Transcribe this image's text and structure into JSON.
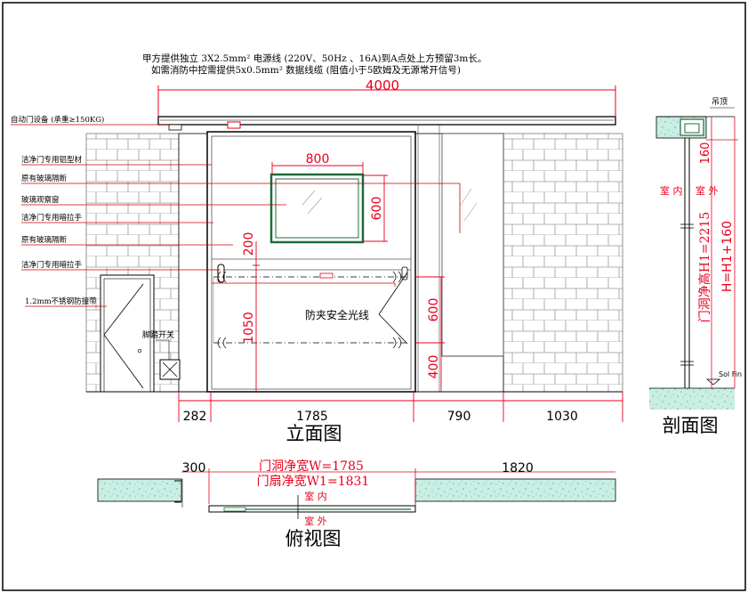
{
  "notes": {
    "line1": "甲方提供独立 3X2.5mm² 电源线 (220V、50Hz 、16A)到A点处上方预留3m长。",
    "line2": "如需消防中控需提供5x0.5mm² 数据线缆 (阻值小于5欧姆及无源常开信号)"
  },
  "labels": {
    "auto_door": "自动门设备 (承重≥150KG)",
    "alu_profile": "洁净门专用铝型材",
    "glass_partition_1": "原有玻璃隔断",
    "glass_window": "玻璃观察窗",
    "handle_1": "洁净门专用暗拉手",
    "glass_partition_2": "原有玻璃隔断",
    "handle_2": "洁净门专用暗拉手",
    "kick_plate": "1.2mm不锈钢防撞带",
    "foot_switch": "脚踏开关",
    "safety_beam": "防夹安全光线",
    "ceiling": "吊顶",
    "floor": "Sol Fin",
    "indoor": "室 内",
    "outdoor": "室 外"
  },
  "dims": {
    "top_total": "4000",
    "window_w": "800",
    "window_h": "600",
    "d200": "200",
    "d1050": "1050",
    "d600": "600",
    "d400": "400",
    "b282": "282",
    "b1785": "1785",
    "b790": "790",
    "b1030": "1030",
    "sec_160": "160",
    "sec_h1": "门洞净高H1=2215",
    "sec_h": "H=H1+160",
    "plan_300": "300",
    "plan_1820": "1820",
    "plan_w": "门洞净宽W=1785",
    "plan_w1": "门扇净宽W1=1831"
  },
  "titles": {
    "elevation": "立面图",
    "section": "剖面图",
    "plan": "俯视图"
  },
  "colors": {
    "dim_red": "#e8001c",
    "leader_red": "#cc0000",
    "magenta": "#d4007a",
    "window_frame": "#1f6b3a",
    "terrazzo": "#c9efe4",
    "brick": "#888888"
  }
}
